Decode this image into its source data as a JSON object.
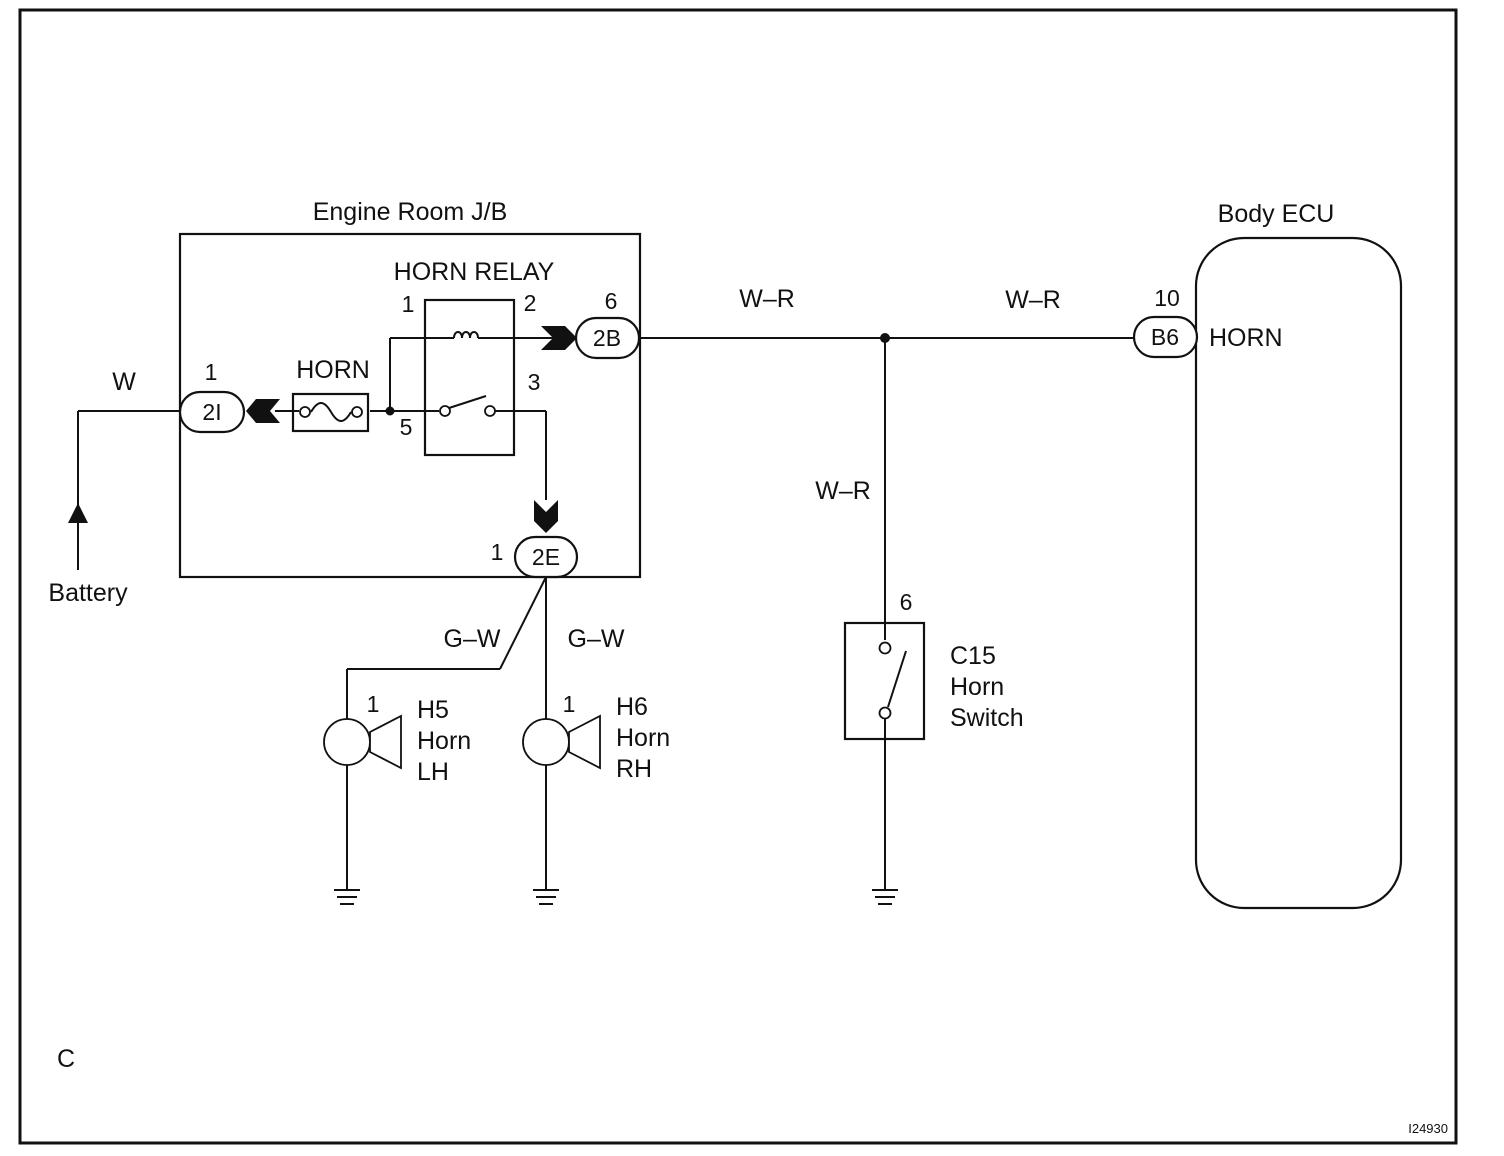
{
  "junction_box": {
    "title": "Engine Room J/B",
    "relay_label": "HORN RELAY",
    "fuse_label": "HORN"
  },
  "connectors": {
    "c2I": {
      "code": "2I",
      "pin": "1"
    },
    "c2B": {
      "code": "2B",
      "pin": "6"
    },
    "c2E": {
      "code": "2E",
      "pin": "1"
    },
    "cB6": {
      "code": "B6",
      "pin": "10",
      "terminal": "HORN"
    }
  },
  "relay_pins": {
    "p1": "1",
    "p2": "2",
    "p3": "3",
    "p5": "5"
  },
  "wires": {
    "battery_wire": "W",
    "relay_to_junction": "W–R",
    "junction_to_ecu": "W–R",
    "junction_to_switch": "W–R",
    "to_horn_lh": "G–W",
    "to_horn_rh": "G–W"
  },
  "battery": {
    "label": "Battery"
  },
  "ecu": {
    "label": "Body ECU"
  },
  "horn_lh": {
    "pin": "1",
    "code": "H5",
    "line1": "Horn",
    "line2": "LH"
  },
  "horn_rh": {
    "pin": "1",
    "code": "H6",
    "line1": "Horn",
    "line2": "RH"
  },
  "horn_switch": {
    "pin": "6",
    "code": "C15",
    "line1": "Horn",
    "line2": "Switch"
  },
  "corner_letter": "C",
  "figure_code": "I24930"
}
